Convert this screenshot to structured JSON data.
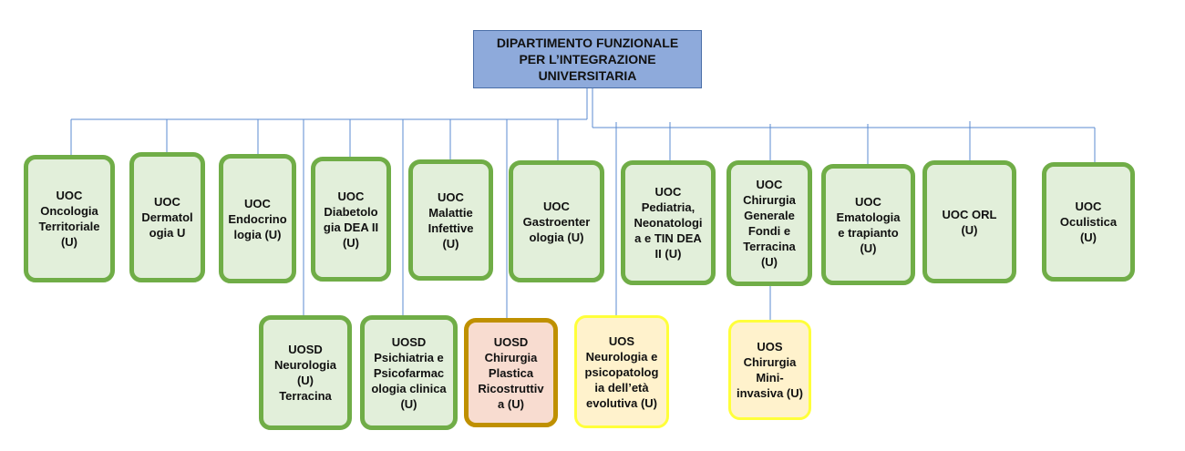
{
  "colors": {
    "root_fill": "#8eaadb",
    "connector_line": "#5b8bd0",
    "uoc_border": "#70ad47",
    "uoc_fill": "#e2efda",
    "uosd_plastica_border": "#bf9000",
    "uosd_plastica_fill": "#f8dcd0",
    "uos_border": "#ffff3a",
    "uos_fill": "#fff2cc"
  },
  "root": {
    "label": "DIPARTIMENTO FUNZIONALE\nPER L’INTEGRAZIONE\nUNIVERSITARIA"
  },
  "uoc": [
    {
      "label": "UOC\nOncologia\nTerritoriale\n(U)"
    },
    {
      "label": "UOC\nDermatol\nogia U"
    },
    {
      "label": "UOC\nEndocrino\nlogia (U)"
    },
    {
      "label": "UOC\nDiabetolo\ngia DEA II\n(U)"
    },
    {
      "label": "UOC\nMalattie\nInfettive\n(U)"
    },
    {
      "label": "UOC\nGastroenter\nologia (U)"
    },
    {
      "label": "UOC\nPediatria,\nNeonatologi\na e TIN DEA\nII (U)"
    },
    {
      "label": "UOC\nChirurgia\nGenerale\nFondi e\nTerracina\n(U)"
    },
    {
      "label": "UOC\nEmatologia\ne trapianto\n(U)"
    },
    {
      "label": "UOC ORL\n(U)"
    },
    {
      "label": "UOC\nOculistica\n(U)"
    }
  ],
  "sub_units": [
    {
      "label": "UOSD\nNeurologia\n(U)\nTerracina"
    },
    {
      "label": "UOSD\nPsichiatria e\nPsicofarmac\nologia clinica\n(U)"
    },
    {
      "label": "UOSD\nChirurgia\nPlastica\nRicostruttiv\na (U)"
    },
    {
      "label": "UOS\nNeurologia e\npsicopatolog\nia dell’età\nevolutiva (U)"
    },
    {
      "label": "UOS\nChirurgia\nMini-\ninvasiva (U)"
    }
  ]
}
